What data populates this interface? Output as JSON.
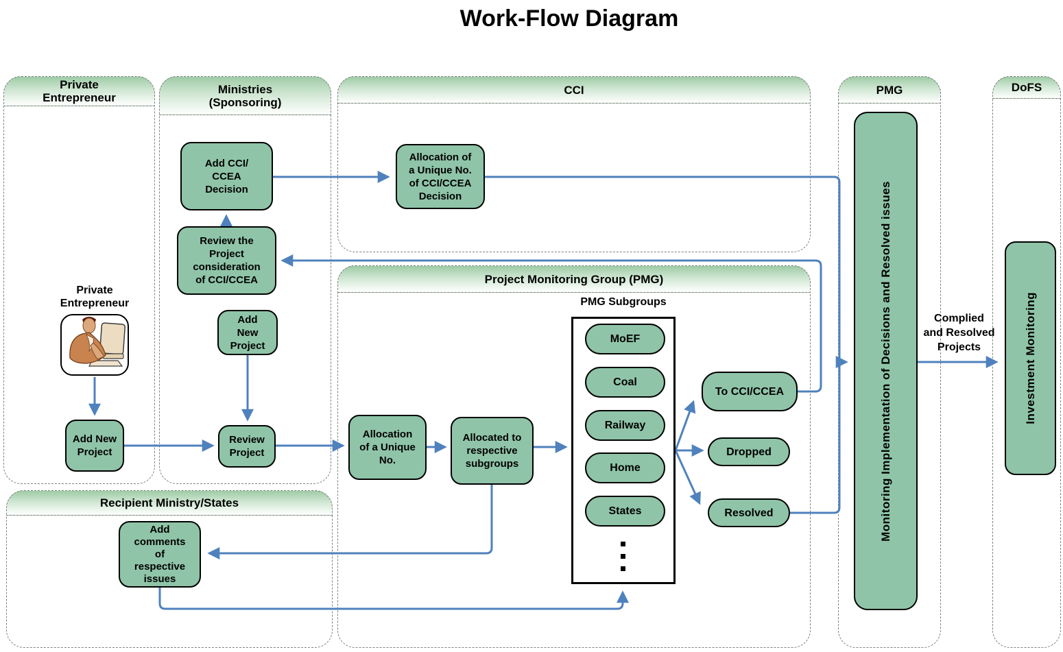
{
  "title": "Work-Flow Diagram",
  "colors": {
    "connector_blue": "#4f81bd",
    "node_green": "#8fc4a8",
    "header_green": "#9ecba5"
  },
  "lanes": {
    "private": {
      "label": "Private\nEntrepreneur"
    },
    "ministries": {
      "label": "Ministries\n(Sponsoring)"
    },
    "cci": {
      "label": "CCI"
    },
    "pmg_group": {
      "label": "Project Monitoring Group (PMG)"
    },
    "pmg": {
      "label": "PMG"
    },
    "dofs": {
      "label": "DoFS"
    },
    "recipient": {
      "label": "Recipient Ministry/States"
    }
  },
  "nodes": {
    "add_cci_ccea_decision": "Add CCI/\nCCEA\nDecision",
    "review_consideration": "Review the\nProject\nconsideration\nof CCI/CCEA",
    "allocation_ccea_decision": "Allocation of\na Unique No.\nof  CCI/CCEA\nDecision",
    "add_new_project_ministries": "Add\nNew\nProject",
    "add_new_project_private": "Add New\nProject",
    "review_project": "Review\nProject",
    "allocation_unique_no": "Allocation\nof a Unique\nNo.",
    "allocated_to_subgroups": "Allocated to\nrespective\nsubgroups",
    "to_cci_ccea": "To CCI/CCEA",
    "dropped": "Dropped",
    "resolved": "Resolved",
    "add_comments": "Add\ncomments\nof\nrespective\nissues",
    "monitoring_bar": "Monitoring  Implementation of Decisions and  Resolved issues",
    "investment_bar": "Investment Monitoring"
  },
  "labels": {
    "private_entrepreneur_caption": "Private\nEntrepreneur",
    "pmg_subgroups": "PMG Subgroups",
    "complied_resolved": "Complied\nand Resolved\nProjects"
  },
  "subgroup_pills": [
    "MoEF",
    "Coal",
    "Railway",
    "Home",
    "States"
  ]
}
